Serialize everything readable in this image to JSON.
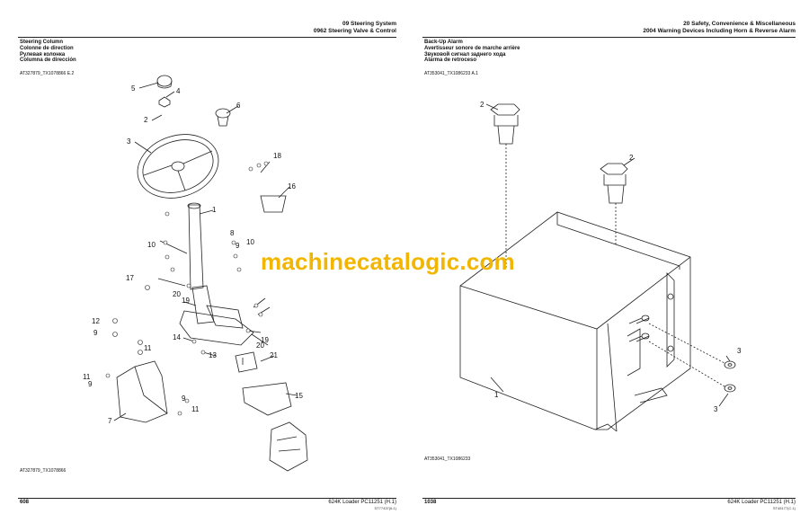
{
  "left_page": {
    "header_section": "09 Steering System",
    "header_subsection": "0962 Steering Valve & Control",
    "titles": [
      "Steering Column",
      "Colonne de direction",
      "Рулевая колонка",
      "Columna de dirección"
    ],
    "ref_code": "AT327879_TX1078866 E.2",
    "figure_ref": "AT327879_TX1078866",
    "page_number": "608",
    "model": "624K Loader    PC11251    (H.1)",
    "doc_code": "ST77437(6.1)",
    "callouts": [
      "1",
      "2",
      "3",
      "4",
      "5",
      "6",
      "7",
      "8",
      "9",
      "9",
      "9",
      "9",
      "10",
      "10",
      "11",
      "11",
      "11",
      "12",
      "13",
      "14",
      "15",
      "16",
      "17",
      "18",
      "19",
      "19",
      "20",
      "20",
      "21"
    ]
  },
  "right_page": {
    "header_section": "20 Safety, Convenience & Miscellaneous",
    "header_subsection": "2004 Warning Devices Including Horn & Reverse Alarm",
    "titles": [
      "Back-Up Alarm",
      "Avertisseur sonore de marche arrière",
      "Звуковой сигнал заднего хода",
      "Alarma de retroceso"
    ],
    "ref_code": "AT353041_TX1086233 A.1",
    "figure_ref": "AT353041_TX1086233",
    "page_number": "1038",
    "model": "624K Loader    PC11251    (H.1)",
    "doc_code": "ST45177(C.1)",
    "callouts": [
      "1",
      "2",
      "2",
      "3",
      "3"
    ]
  },
  "watermark": "machinecatalogic.com",
  "colors": {
    "watermark": "#f2b600",
    "line": "#222222"
  }
}
